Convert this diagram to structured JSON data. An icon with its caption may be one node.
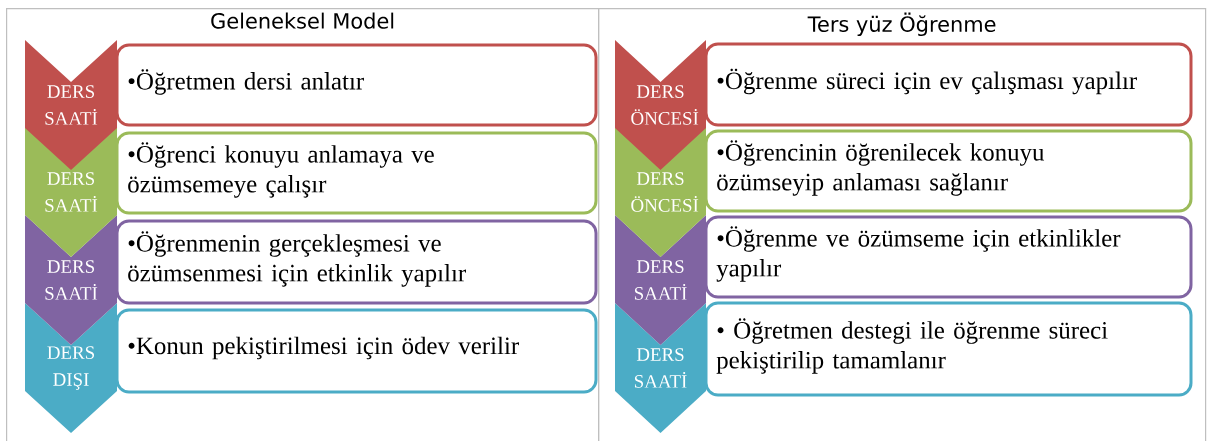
{
  "diagram": {
    "nodes": [
      {
        "text": [
          "Geleneksel Model"
        ]
      },
      {
        "text": [
          "DERS SAATİ"
        ],
        "in": 0
      },
      {
        "text": [
          "•Öğretmen dersi anlatır"
        ],
        "in": 0
      },
      {
        "text": [
          "DERS SAATİ"
        ],
        "in": 0
      },
      {
        "text": [
          "•Öğrenci konuyu anlamaya ve özümsemeye çalışır"
        ],
        "in": 0
      },
      {
        "text": [
          "DERS SAATİ"
        ],
        "in": 0
      },
      {
        "text": [
          "•Öğrenmenin gerçekleşmesi ve özümsenmesi için etkinlik yapılır"
        ],
        "in": 0
      },
      {
        "text": [
          "DERS DIŞI"
        ],
        "in": 0
      },
      {
        "text": [
          "•Konun pekiştirilmesi için ödev verilir"
        ],
        "in": 0
      },
      {
        "text": [
          "Ters yüz Öğrenme"
        ]
      },
      {
        "text": [
          "DERS ÖNCESİ"
        ],
        "in": 9
      },
      {
        "text": [
          "•Öğrenme süreci için ev çalışması yapılır"
        ],
        "in": 9
      },
      {
        "text": [
          "DERS ÖNCESİ"
        ],
        "in": 9
      },
      {
        "text": [
          "•Öğrencinin öğrenilecek konuyu özümseyip anlaması sağlanır"
        ],
        "in": 9
      },
      {
        "text": [
          "DERS SAATİ"
        ],
        "in": 9
      },
      {
        "text": [
          "•Öğrenme ve özümseme için etkinlikler yapılır"
        ],
        "in": 9
      },
      {
        "text": [
          "DERS SAATİ"
        ],
        "in": 9
      },
      {
        "text": [
          "• Öğretmen destegi ile öğrenme süreci pekiştirilip tamamlanır"
        ],
        "in": 9
      }
    ]
  }
}
